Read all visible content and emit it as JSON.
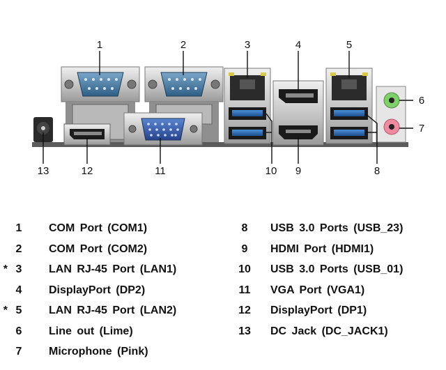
{
  "diagram": {
    "callouts": [
      "1",
      "2",
      "3",
      "4",
      "5",
      "6",
      "7",
      "8",
      "9",
      "10",
      "11",
      "12",
      "13"
    ]
  },
  "legend": {
    "left": [
      {
        "star": "",
        "num": "1",
        "text": "COM Port (COM1)"
      },
      {
        "star": "",
        "num": "2",
        "text": "COM Port (COM2)"
      },
      {
        "star": "*",
        "num": "3",
        "text": "LAN RJ-45 Port (LAN1)"
      },
      {
        "star": "",
        "num": "4",
        "text": "DisplayPort (DP2)"
      },
      {
        "star": "*",
        "num": "5",
        "text": "LAN RJ-45 Port (LAN2)"
      },
      {
        "star": "",
        "num": "6",
        "text": "Line out (Lime)"
      },
      {
        "star": "",
        "num": "7",
        "text": "Microphone (Pink)"
      }
    ],
    "right": [
      {
        "num": "8",
        "text": "USB 3.0 Ports (USB_23)"
      },
      {
        "num": "9",
        "text": "HDMI Port (HDMI1)"
      },
      {
        "num": "10",
        "text": "USB 3.0 Ports (USB_01)"
      },
      {
        "num": "11",
        "text": "VGA Port (VGA1)"
      },
      {
        "num": "12",
        "text": "DisplayPort (DP1)"
      },
      {
        "num": "13",
        "text": "DC Jack (DC_JACK1)"
      }
    ]
  },
  "colors": {
    "usb_blue": "#2f6fb5",
    "vga_blue": "#3a63b0",
    "com_blue": "#4a7aa6",
    "line_out_lime": "#7fcf6a",
    "mic_pink": "#f08aa0",
    "metal": "#c9c9c9",
    "board": "#5b5b5b"
  }
}
